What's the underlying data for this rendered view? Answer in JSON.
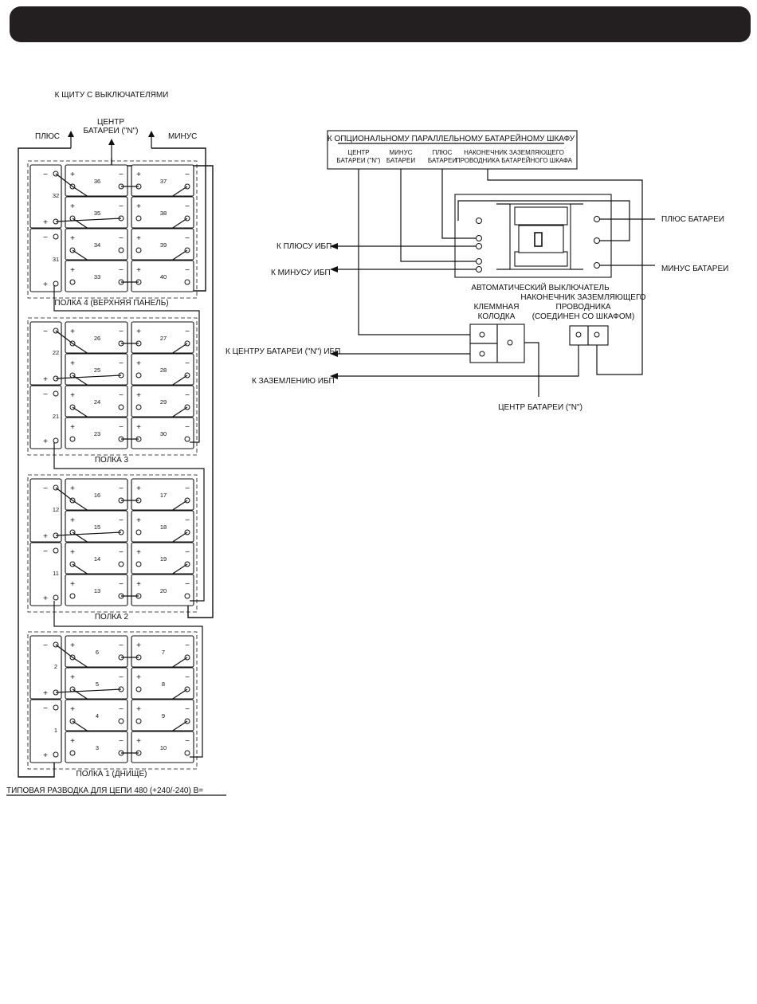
{
  "header": {
    "color": "#231f20"
  },
  "left": {
    "to_panel": "К ЩИТУ С ВЫКЛЮЧАТЕЛЯМИ",
    "plus": "ПЛЮС",
    "center_line1": "ЦЕНТР",
    "center_line2": "БАТАРЕИ (\"N\")",
    "minus": "МИНУС",
    "shelves": [
      {
        "label": "ПОЛКА 4 (ВЕРХНЯЯ ПАНЕЛЬ)",
        "side_top": "32",
        "side_bottom": "31",
        "left_col": [
          "36",
          "35",
          "34",
          "33"
        ],
        "right_col": [
          "37",
          "38",
          "39",
          "40"
        ]
      },
      {
        "label": "ПОЛКА 3",
        "side_top": "22",
        "side_bottom": "21",
        "left_col": [
          "26",
          "25",
          "24",
          "23"
        ],
        "right_col": [
          "27",
          "28",
          "29",
          "30"
        ]
      },
      {
        "label": "ПОЛКА 2",
        "side_top": "12",
        "side_bottom": "11",
        "left_col": [
          "16",
          "15",
          "14",
          "13"
        ],
        "right_col": [
          "17",
          "18",
          "19",
          "20"
        ]
      },
      {
        "label": "ПОЛКА 1 (ДНИЩЕ)",
        "side_top": "2",
        "side_bottom": "1",
        "left_col": [
          "6",
          "5",
          "4",
          "3"
        ],
        "right_col": [
          "7",
          "8",
          "9",
          "10"
        ]
      }
    ],
    "caption": "ТИПОВАЯ РАЗВОДКА ДЛЯ ЦЕПИ 480 (+240/-240) В="
  },
  "right": {
    "box_title": "К ОПЦИОНАЛЬНОМУ ПАРАЛЛЕЛЬНОМУ БАТАРЕЙНОМУ ШКАФУ",
    "col_center_1": "ЦЕНТР",
    "col_center_2": "БАТАРЕИ (\"N\")",
    "col_minus_1": "МИНУС",
    "col_minus_2": "БАТАРЕИ",
    "col_plus_1": "ПЛЮС",
    "col_plus_2": "БАТАРЕИ",
    "col_ground_1": "НАКОНЕЧНИК ЗАЗЕМЛЯЮЩЕГО",
    "col_ground_2": "ПРОВОДНИКА БАТАРЕЙНОГО ШКАФА",
    "to_ups_plus": "К ПЛЮСУ ИБП",
    "to_ups_minus": "К МИНУСУ ИБП",
    "battery_plus": "ПЛЮС БАТАРЕИ",
    "battery_minus": "МИНУС БАТАРЕИ",
    "breaker": "АВТОМАТИЧЕСКИЙ ВЫКЛЮЧАТЕЛЬ",
    "ground_lug_1": "НАКОНЕЧНИК ЗАЗЕМЛЯЮЩЕГО",
    "ground_lug_2": "ПРОВОДНИКА",
    "ground_lug_3": "(СОЕДИНЕН СО ШКАФОМ)",
    "terminal_1": "КЛЕММНАЯ",
    "terminal_2": "КОЛОДКА",
    "to_ups_center": "К ЦЕНТРУ БАТАРЕИ (\"N\") ИБП",
    "to_ups_ground": "К ЗАЗЕМЛЕНИЮ ИБП",
    "battery_center": "ЦЕНТР БАТАРЕИ (\"N\")"
  }
}
